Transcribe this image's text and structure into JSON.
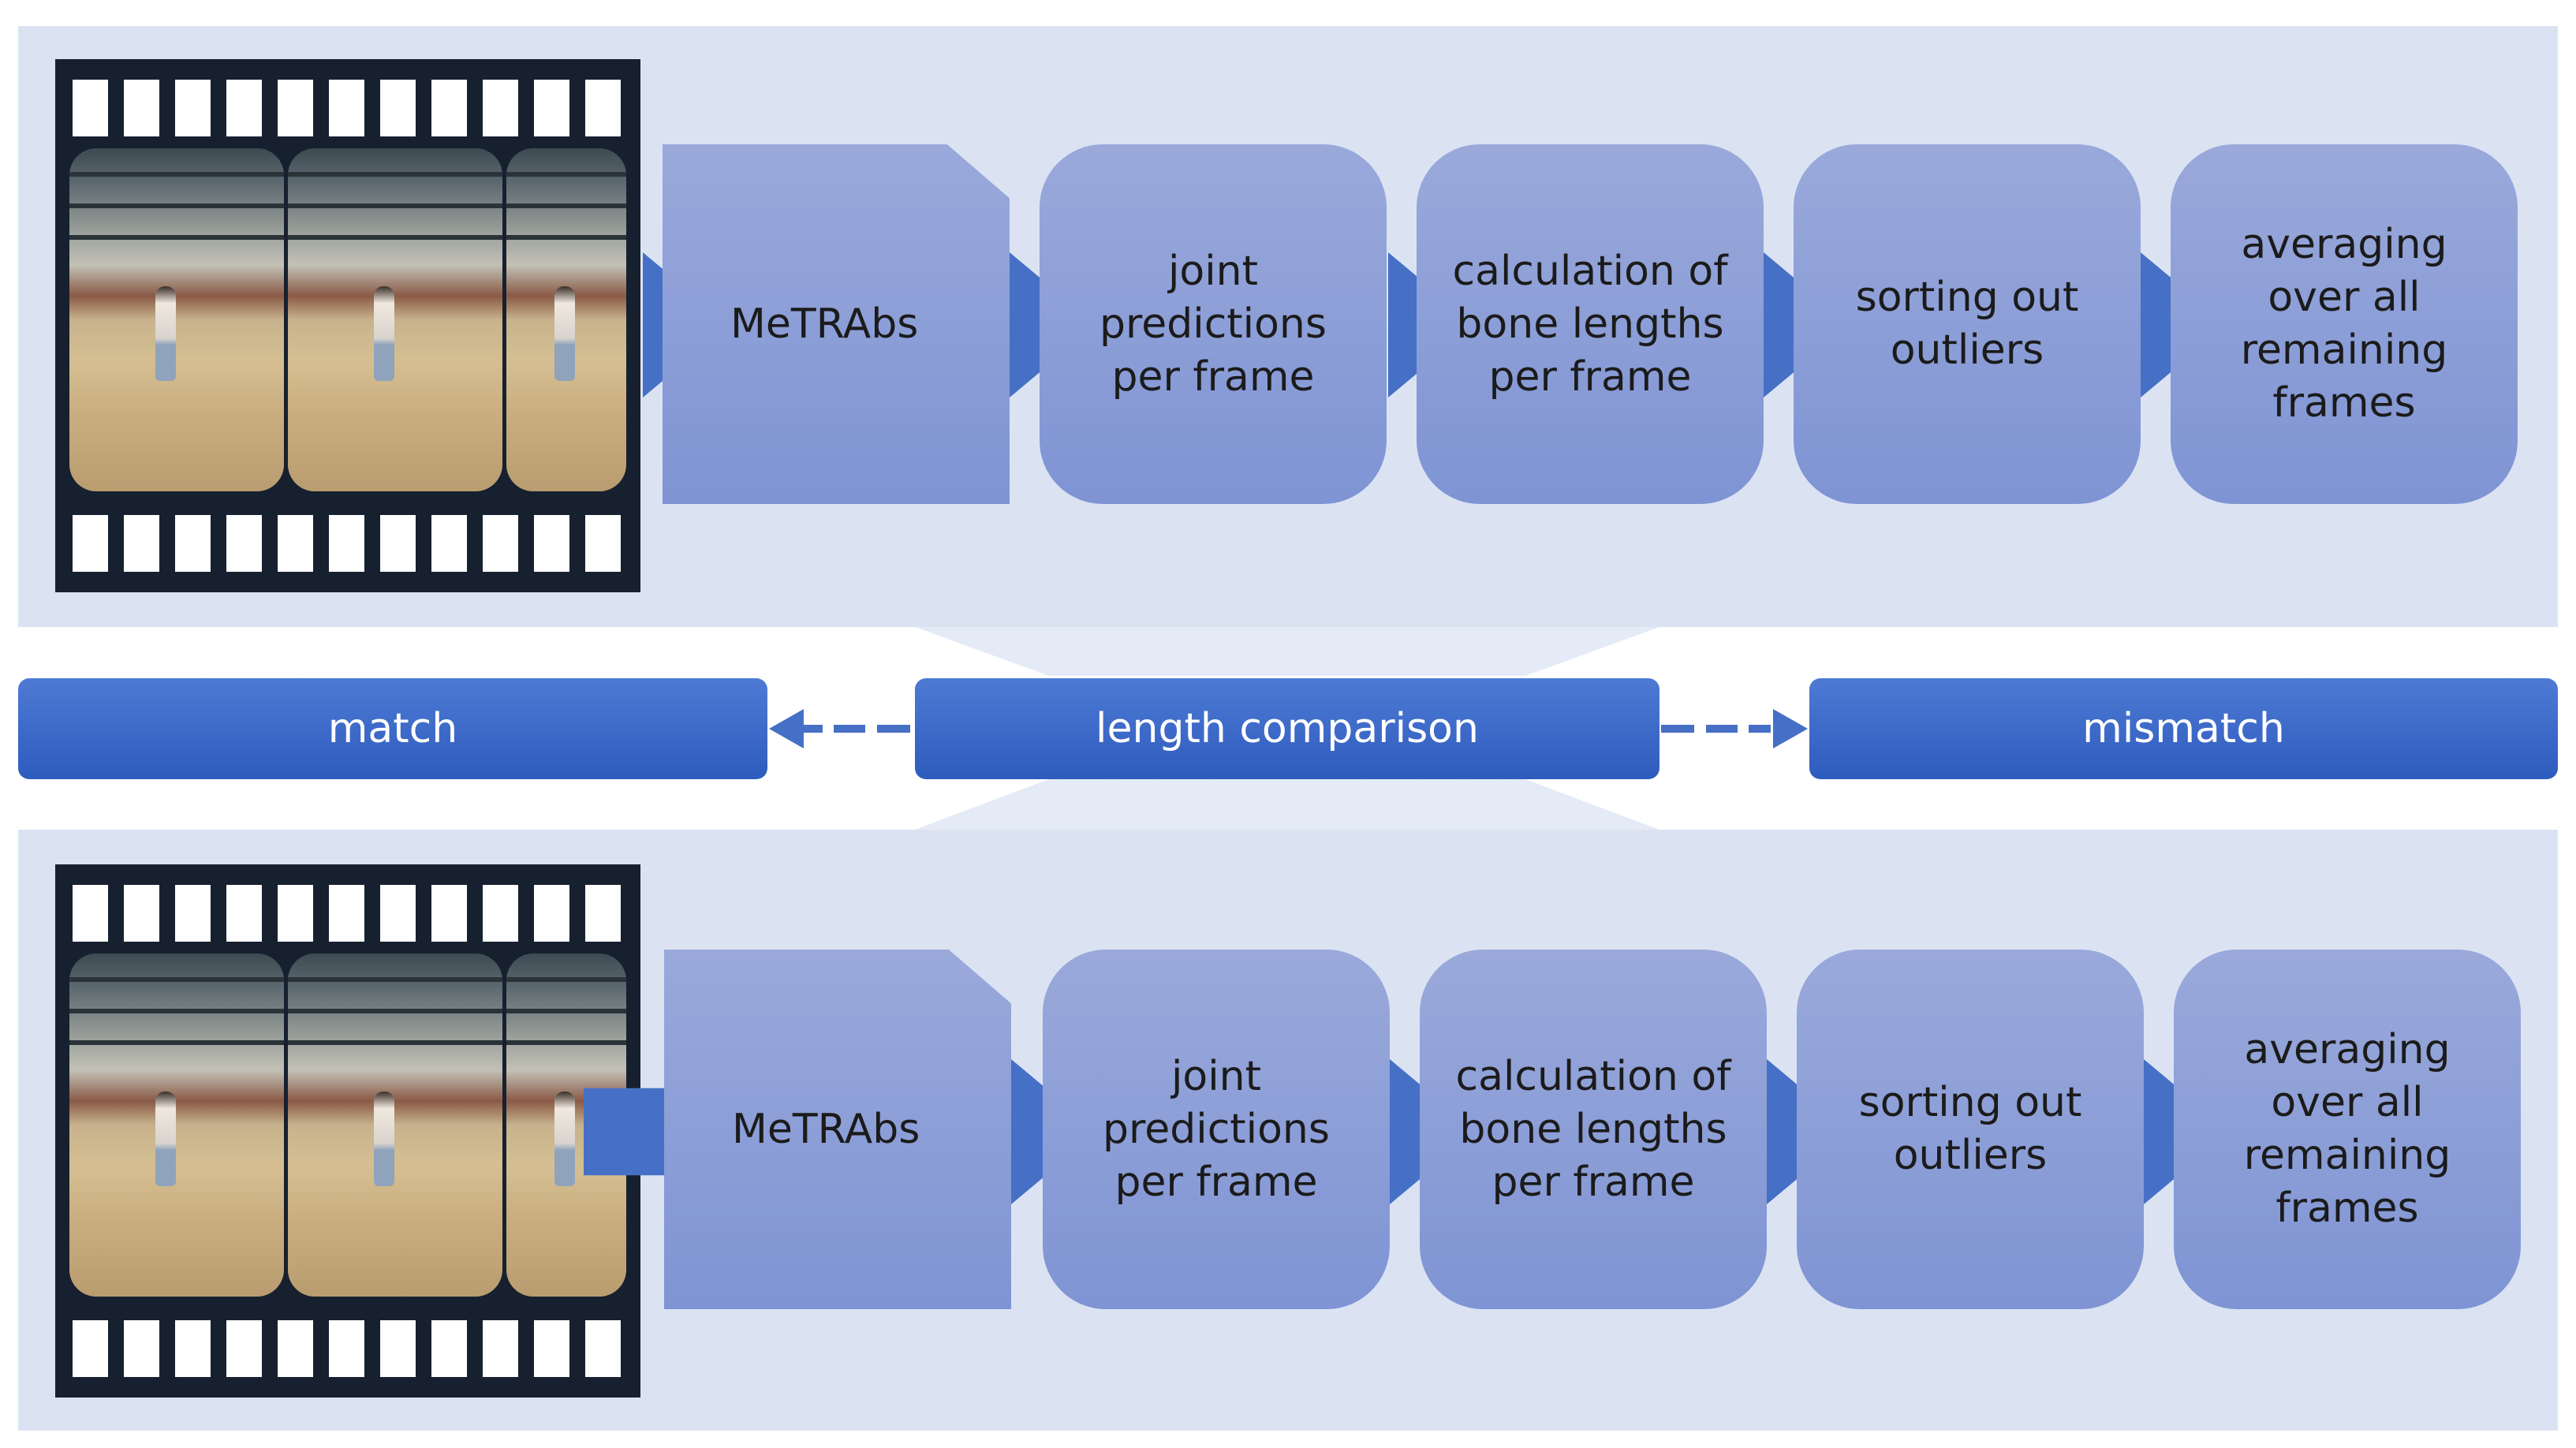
{
  "rows": {
    "top": {
      "steps": [
        "MeTRAbs",
        "joint\npredictions\nper frame",
        "calculation of\nbone lengths\nper frame",
        "sorting out\noutliers",
        "averaging\nover all\nremaining\nframes"
      ]
    },
    "bottom": {
      "steps": [
        "MeTRAbs",
        "joint\npredictions\nper frame",
        "calculation of\nbone lengths\nper frame",
        "sorting out\noutliers",
        "averaging\nover all\nremaining\nframes"
      ]
    }
  },
  "comparison": {
    "left_label": "match",
    "center_label": "length comparison",
    "right_label": "mismatch"
  },
  "colors": {
    "panel": "#dbe3f3",
    "step_fill": "#8b9ed8",
    "arrow": "#4670c6",
    "bar": "#3a67c8",
    "film": "#17202f"
  }
}
